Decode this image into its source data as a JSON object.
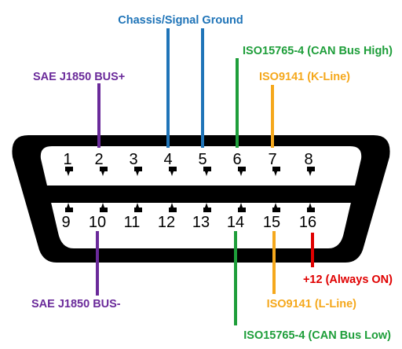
{
  "colors": {
    "ground": "#1f74b8",
    "sae": "#6a2a9a",
    "can": "#1e9e3a",
    "kline": "#f5a81c",
    "power": "#e00000"
  },
  "labels": {
    "chassis_signal_ground": "Chassis/Signal Ground",
    "sae_j1850_plus": "SAE J1850 BUS+",
    "sae_j1850_minus": "SAE J1850 BUS-",
    "can_high": "ISO15765-4 (CAN Bus High)",
    "can_low": "ISO15765-4 (CAN Bus Low)",
    "k_line": "ISO9141 (K-Line)",
    "l_line": "ISO9141 (L-Line)",
    "power": "+12 (Always ON)"
  },
  "pins": {
    "top": [
      "1",
      "2",
      "3",
      "4",
      "5",
      "6",
      "7",
      "8"
    ],
    "bottom": [
      "9",
      "10",
      "11",
      "12",
      "13",
      "14",
      "15",
      "16"
    ]
  }
}
